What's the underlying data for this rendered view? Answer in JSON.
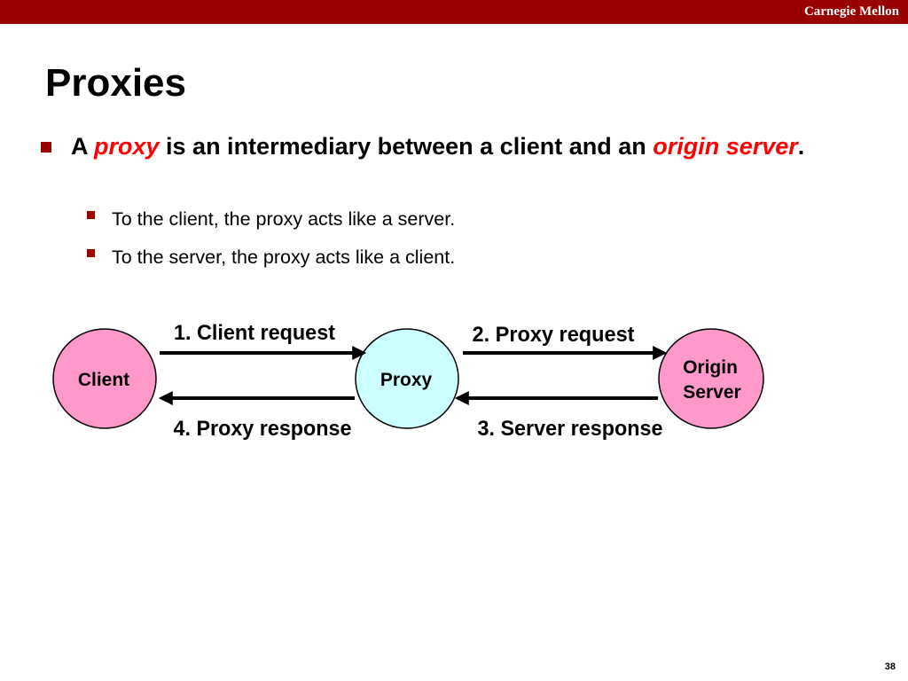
{
  "header": {
    "brand": "Carnegie Mellon"
  },
  "slide": {
    "title": "Proxies",
    "bullet": {
      "part1": "A ",
      "term1": "proxy",
      "part2": " is an intermediary between a client and an ",
      "term2": "origin server",
      "part3": "."
    },
    "sub_bullets": [
      "To the client, the proxy acts like a server.",
      "To the server, the proxy acts like a client."
    ],
    "page_number": "38"
  },
  "diagram": {
    "nodes": {
      "client": "Client",
      "proxy": "Proxy",
      "origin_line1": "Origin",
      "origin_line2": "Server"
    },
    "labels": {
      "client_request": "1. Client request",
      "proxy_request": "2. Proxy request",
      "server_response": "3. Server response",
      "proxy_response": "4. Proxy response"
    }
  },
  "colors": {
    "brand": "#990000",
    "emphasis": "#ff0000",
    "client_fill": "#ff99cc",
    "proxy_fill": "#ccffff",
    "origin_fill": "#ff99cc"
  }
}
